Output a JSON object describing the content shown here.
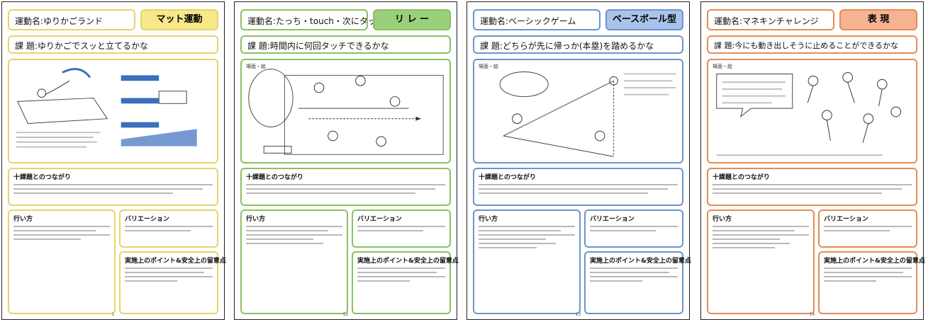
{
  "colors": {
    "yellow": "#e8d36a",
    "yellow_badge": "#f7e88a",
    "green": "#8cc063",
    "green_badge": "#9ad079",
    "blue": "#6b95cc",
    "blue_badge": "#a9c3ea",
    "orange": "#e58c55",
    "orange_badge": "#f5b392"
  },
  "sheets": [
    {
      "id": "s1",
      "title": "運動名:ゆりかごランド",
      "badge": "マット運動",
      "theme": "課 題:ゆりかごでスッと立てるかな",
      "illust_label": "",
      "connection_heading": "十課題とのつながり",
      "how_heading": "行い方",
      "variation_heading": "バリエーション",
      "points_heading": "実施上のポイント&安全上の留意点",
      "page": "1"
    },
    {
      "id": "s2",
      "title": "運動名:たっち・touch・次にタッチ",
      "badge": "リ レ ー",
      "theme": "課 題:時間内に何回タッチできるかな",
      "illust_label": "場面・絵",
      "connection_heading": "十課題とのつながり",
      "how_heading": "行い方",
      "variation_heading": "バリエーション",
      "points_heading": "実施上のポイント&安全上の留意点",
      "page": "12"
    },
    {
      "id": "s3",
      "title": "運動名:ベーシックゲーム",
      "badge": "ベースボール型",
      "theme": "課 題:どちらが先に帰っか(本塁)を踏めるかな",
      "illust_label": "場面・絵",
      "connection_heading": "十課題とのつながり",
      "how_heading": "行い方",
      "variation_heading": "バリエーション",
      "points_heading": "実施上のポイント&安全上の留意点",
      "page": "13"
    },
    {
      "id": "s4",
      "title": "運動名:マネキンチャレンジ",
      "badge": "表 現",
      "theme": "課 題:今にも動き出しそうに止めることができるかな",
      "illust_label": "場面・絵",
      "connection_heading": "十課題とのつながり",
      "how_heading": "行い方",
      "variation_heading": "バリエーション",
      "points_heading": "実施上のポイント&安全上の留意点",
      "page": "14"
    }
  ]
}
